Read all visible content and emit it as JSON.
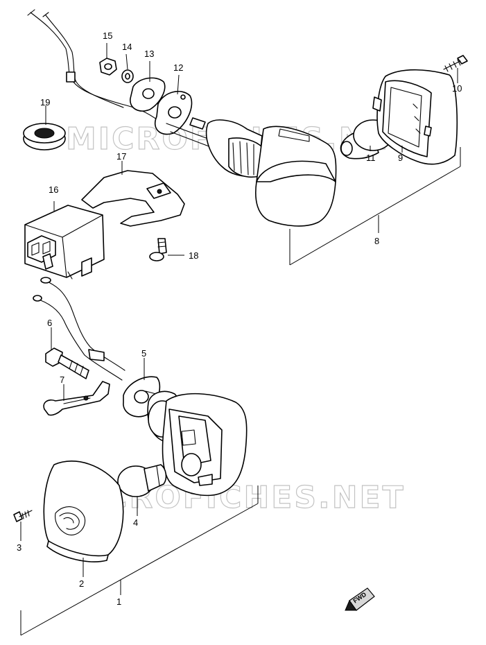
{
  "diagram": {
    "watermark": "MICROFICHES.NET",
    "direction_badge": "FWD",
    "callouts": [
      "1",
      "2",
      "3",
      "4",
      "5",
      "6",
      "7",
      "8",
      "9",
      "10",
      "11",
      "12",
      "13",
      "14",
      "15",
      "16",
      "17",
      "18",
      "19"
    ],
    "colors": {
      "ink": "#000000",
      "watermark": "#b8b8b8",
      "background": "#ffffff"
    }
  }
}
